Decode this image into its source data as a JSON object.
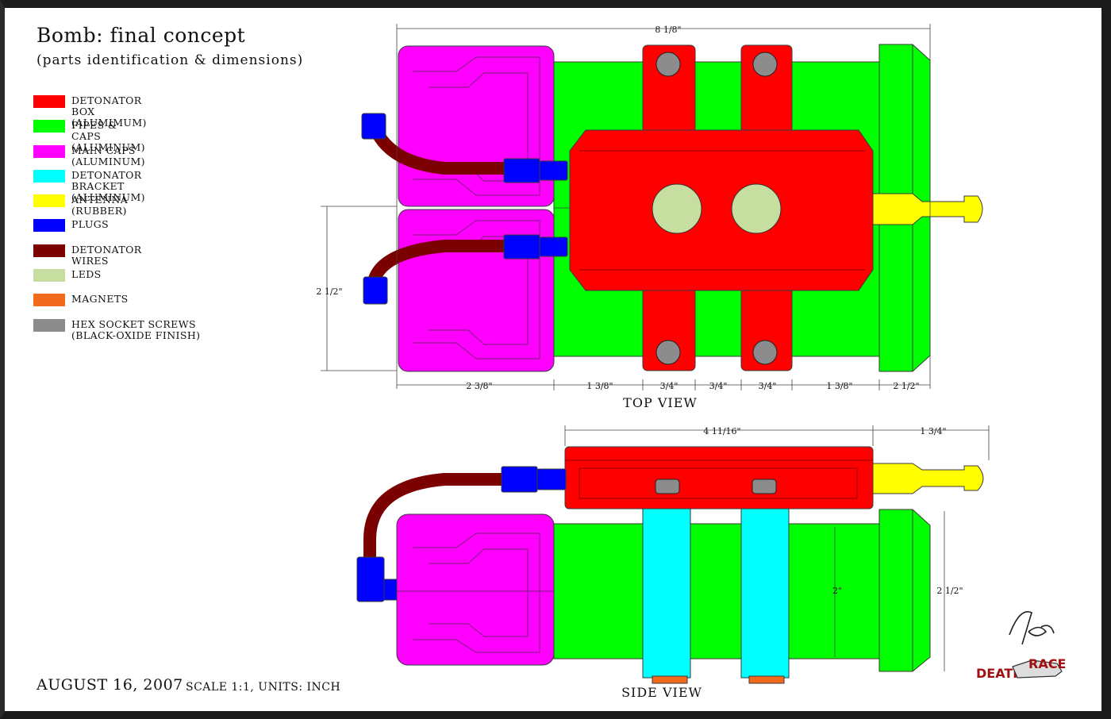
{
  "title": "Bomb: final concept",
  "subtitle": "(parts identification & dimensions)",
  "legend": [
    {
      "label": "Detonator box (alumimum)",
      "color": "#ff0000"
    },
    {
      "label": "Pipes & caps (aluminum)",
      "color": "#00ff00"
    },
    {
      "label": "main caps (aluminum)",
      "color": "#ff00ff"
    },
    {
      "label": "detonator bracket (aluminum)",
      "color": "#00ffff"
    },
    {
      "label": "antenna (rubber)",
      "color": "#ffff00"
    },
    {
      "label": "plugs",
      "color": "#0000ff"
    },
    {
      "label": "detonator wires",
      "color": "#7b0000"
    },
    {
      "label": "leds",
      "color": "#c6dea0"
    },
    {
      "label": "magnets",
      "color": "#f26b1d"
    },
    {
      "label": "hex socket screws (black-oxide finish)",
      "color": "#8c8c8c"
    }
  ],
  "views": {
    "top": "TOP VIEW",
    "side": "SIDE VIEW"
  },
  "dimensions": {
    "top_overall": "8 1/8\"",
    "top_height": "2 1/2\"",
    "top_maincap": "2 3/8\"",
    "top_seg1": "1 3/8\"",
    "top_seg2": "3/4\"",
    "top_seg3": "3/4\"",
    "top_seg4": "3/4\"",
    "top_seg5": "1 3/8\"",
    "top_seg6": "2 1/2\"",
    "side_box": "4 11/16\"",
    "side_antenna": "1 3/4\"",
    "side_pipe_dia": "2\"",
    "side_cap_dia": "2 1/2\""
  },
  "footer": {
    "date": "AUGUST 16, 2007",
    "scale": "scale 1:1, units: inch"
  },
  "logo": {
    "text_left": "DEATH",
    "text_right": "RACE",
    "signature": "Jons 2007"
  }
}
